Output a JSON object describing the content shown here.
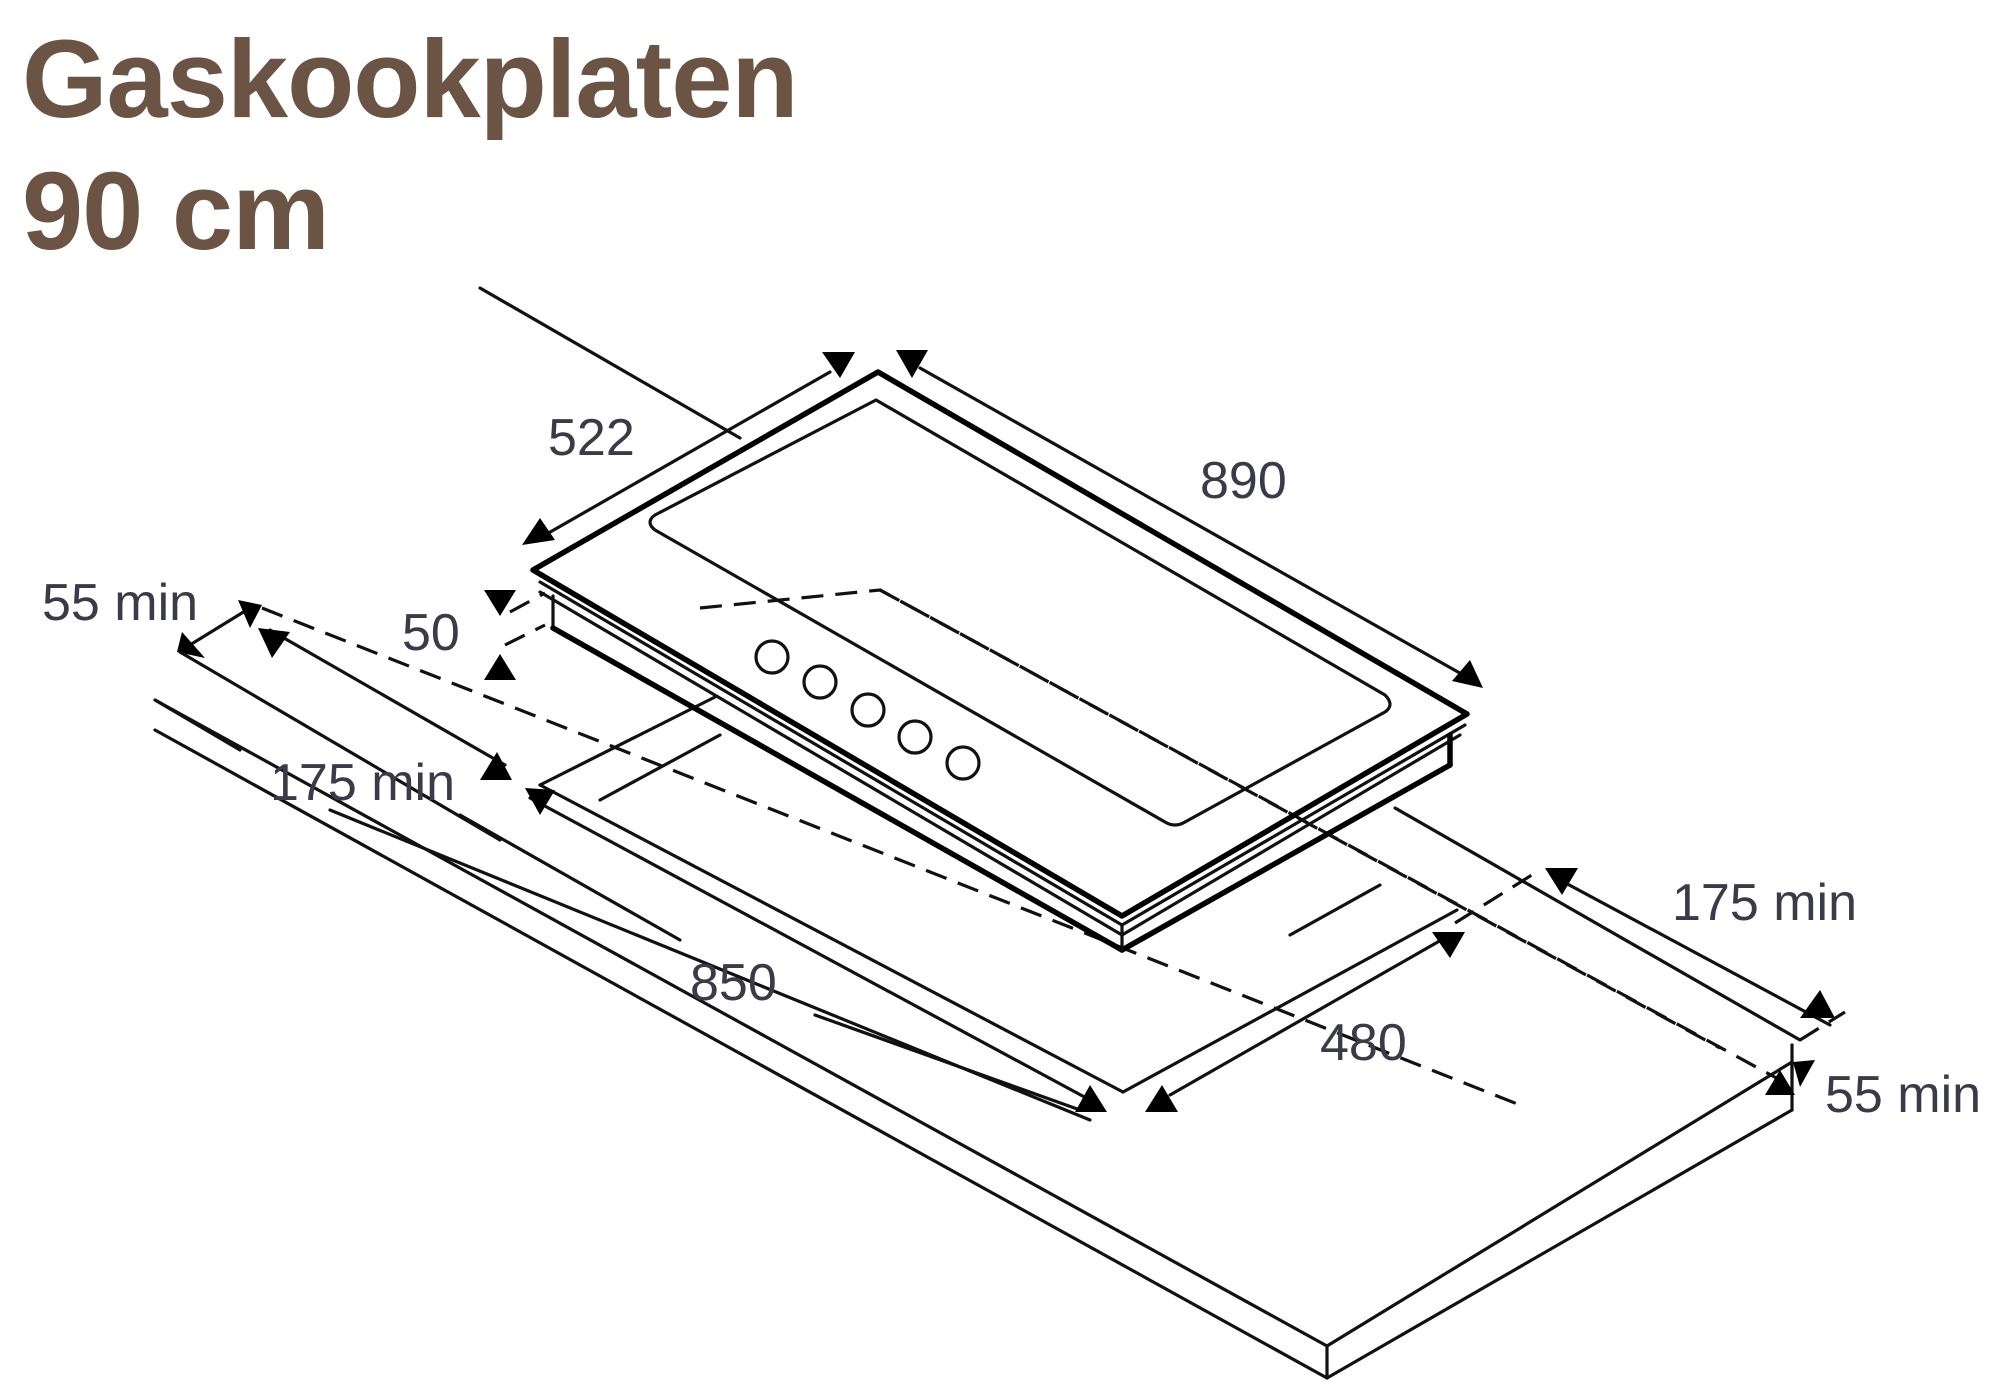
{
  "title": {
    "line1": "Gaskookplaten",
    "line2": "90 cm",
    "color": "#6b5444"
  },
  "diagram": {
    "subject": "gas hob built into countertop, isometric installation drawing",
    "units": "mm",
    "burner_knobs": 5,
    "dimensions": {
      "hob_depth": "522",
      "hob_width": "890",
      "hob_height": "50",
      "cutout_width": "850",
      "cutout_depth": "480",
      "left_side_clearance": "175 min",
      "right_side_clearance": "175 min",
      "rear_clearance_left": "55 min",
      "rear_clearance_right": "55 min"
    },
    "line_color": "#000000",
    "label_color": "#3a3a48"
  }
}
